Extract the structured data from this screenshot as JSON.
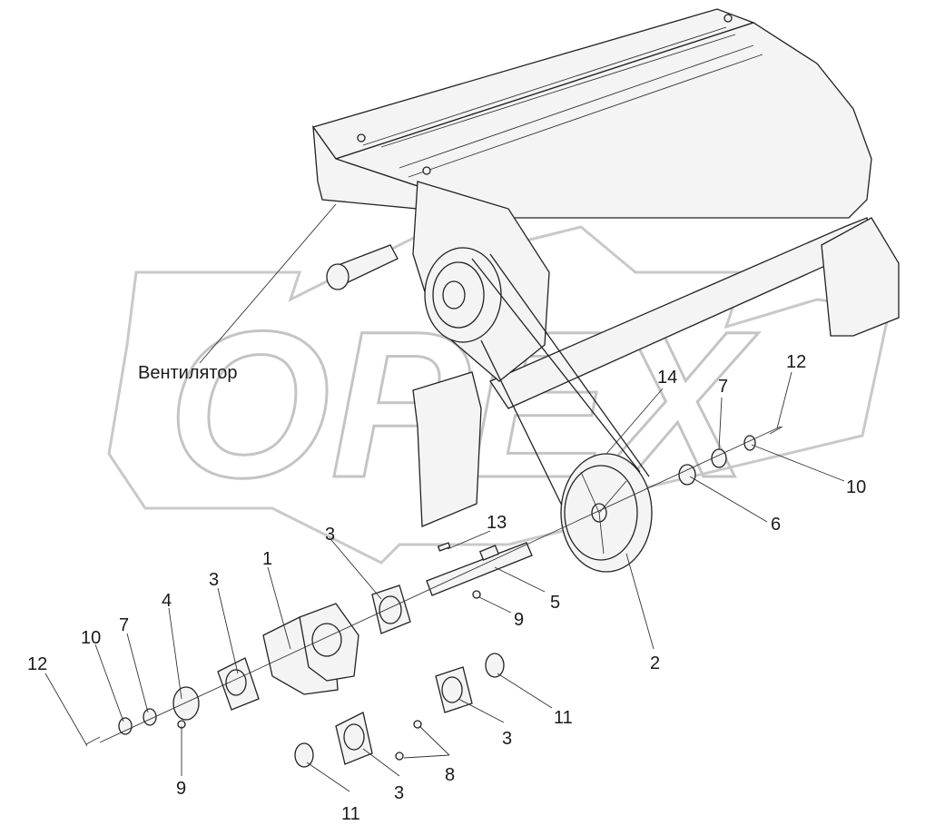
{
  "watermark": {
    "text": "OPEX"
  },
  "diagram": {
    "title_label": "Вентилятор",
    "callouts": [
      {
        "id": "c1",
        "text": "1"
      },
      {
        "id": "c2",
        "text": "2"
      },
      {
        "id": "c3a",
        "text": "3"
      },
      {
        "id": "c3b",
        "text": "3"
      },
      {
        "id": "c3c",
        "text": "3"
      },
      {
        "id": "c3d",
        "text": "3"
      },
      {
        "id": "c4",
        "text": "4"
      },
      {
        "id": "c5",
        "text": "5"
      },
      {
        "id": "c6",
        "text": "6"
      },
      {
        "id": "c7a",
        "text": "7"
      },
      {
        "id": "c7b",
        "text": "7"
      },
      {
        "id": "c8",
        "text": "8"
      },
      {
        "id": "c9a",
        "text": "9"
      },
      {
        "id": "c9b",
        "text": "9"
      },
      {
        "id": "c10a",
        "text": "10"
      },
      {
        "id": "c10b",
        "text": "10"
      },
      {
        "id": "c11a",
        "text": "11"
      },
      {
        "id": "c11b",
        "text": "11"
      },
      {
        "id": "c12a",
        "text": "12"
      },
      {
        "id": "c12b",
        "text": "12"
      },
      {
        "id": "c13",
        "text": "13"
      },
      {
        "id": "c14",
        "text": "14"
      }
    ]
  }
}
